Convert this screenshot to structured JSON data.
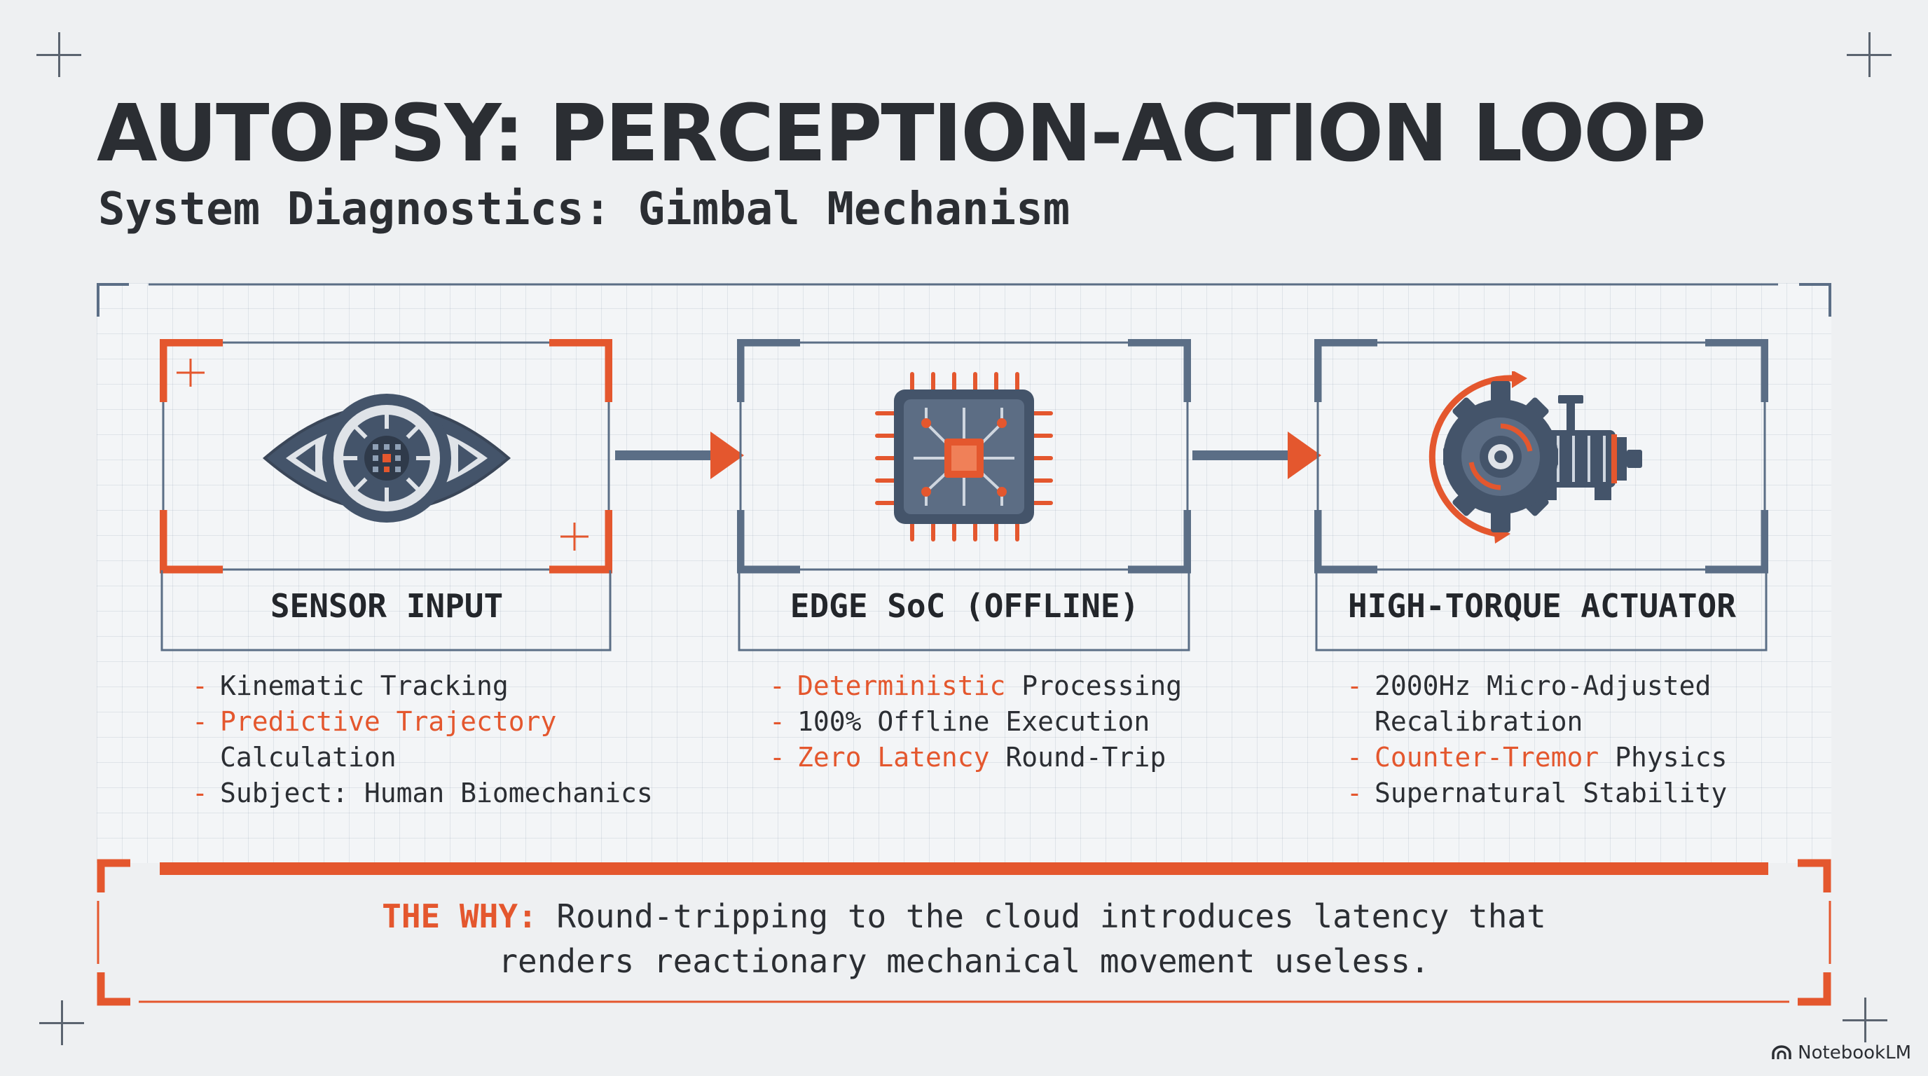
{
  "header": {
    "title": "AUTOPSY: PERCEPTION-ACTION LOOP",
    "subtitle": "System Diagnostics: Gimbal Mechanism"
  },
  "colors": {
    "accent": "#e4572e",
    "steel": "#44546a",
    "frame": "#5b6e86",
    "text": "#2b2e33",
    "background": "#eef0f2"
  },
  "stages": [
    {
      "label": "SENSOR INPUT",
      "icon": "eye-icon",
      "bullets": [
        {
          "pre": "",
          "hl": "",
          "post": "Kinematic Tracking"
        },
        {
          "pre": "",
          "hl": "Predictive Trajectory",
          "post": ""
        },
        {
          "pre": "Calculation",
          "hl": "",
          "post": ""
        },
        {
          "pre": "Subject: Human Biomechanics",
          "hl": "",
          "post": ""
        }
      ]
    },
    {
      "label": "EDGE SoC (OFFLINE)",
      "icon": "microchip-icon",
      "bullets": [
        {
          "pre": "",
          "hl": "Deterministic",
          "post": " Processing"
        },
        {
          "pre": "100% Offline Execution",
          "hl": "",
          "post": ""
        },
        {
          "pre": "",
          "hl": "Zero Latency",
          "post": " Round-Trip"
        }
      ]
    },
    {
      "label": "HIGH-TORQUE ACTUATOR",
      "icon": "gear-motor-icon",
      "bullets": [
        {
          "pre": "2000Hz Micro-Adjusted",
          "hl": "",
          "post": ""
        },
        {
          "pre": "Recalibration",
          "hl": "",
          "post": ""
        },
        {
          "pre": "",
          "hl": "Counter-Tremor",
          "post": " Physics"
        },
        {
          "pre": "Supernatural Stability",
          "hl": "",
          "post": ""
        }
      ]
    }
  ],
  "why": {
    "label": "THE WHY:",
    "line1": " Round-tripping to the cloud introduces latency that",
    "line2": "renders reactionary mechanical movement useless."
  },
  "brand": {
    "name": "NotebookLM",
    "icon": "notebooklm-logo-icon"
  }
}
